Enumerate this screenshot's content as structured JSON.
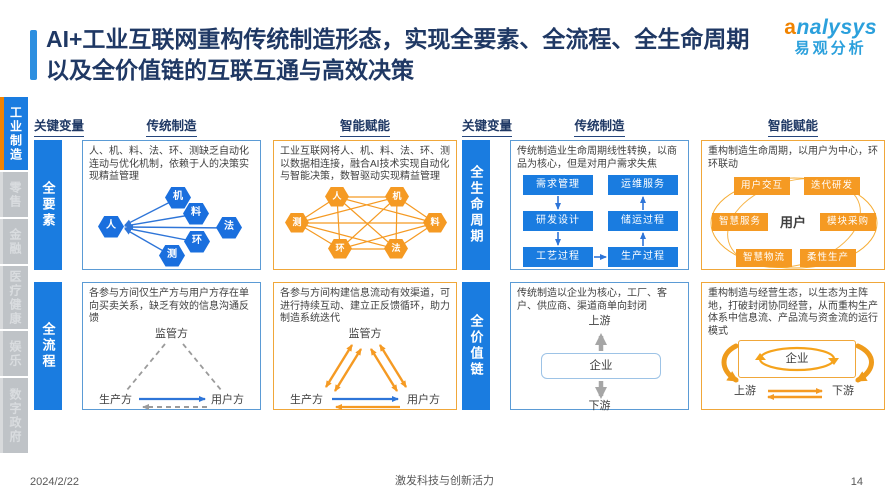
{
  "title": "AI+工业互联网重构传统制造形态，实现全要素、全流程、全生命周期以及全价值链的互联互通与高效决策",
  "logo": {
    "mark": "a",
    "rest": "nalysys",
    "cn": "易观分析"
  },
  "sidebar": {
    "items": [
      {
        "label": "工业制造",
        "active": true
      },
      {
        "label": "零售",
        "active": false
      },
      {
        "label": "金融",
        "active": false
      },
      {
        "label": "医疗健康",
        "active": false
      },
      {
        "label": "娱乐",
        "active": false
      },
      {
        "label": "数字政府",
        "active": false
      }
    ]
  },
  "columns": {
    "key_variable": "关键变量",
    "traditional": "传统制造",
    "smart": "智能赋能"
  },
  "elements_row": {
    "label": "全要素",
    "trad_text": "人、机、料、法、环、测缺乏自动化连动与优化机制，依赖于人的决策实现精益管理",
    "smart_text": "工业互联网将人、机、料、法、环、测以数据相连接，融合AI技术实现自动化与智能决策，数智驱动实现精益管理",
    "nodes": [
      "人",
      "机",
      "料",
      "法",
      "环",
      "测"
    ]
  },
  "process_row": {
    "label": "全流程",
    "trad_text": "各参与方间仅生产方与用户方存在单向买卖关系，缺乏有效的信息沟通反馈",
    "smart_text": "各参与方间构建信息流动有效渠道，可进行持续互动、建立正反馈循环，助力制造系统迭代",
    "parties": {
      "regulator": "监管方",
      "producer": "生产方",
      "user": "用户方"
    }
  },
  "lifecycle_row": {
    "label": "全生命周期",
    "trad_text": "传统制造业生命周期线性转换，以商品为核心，但是对用户需求失焦",
    "smart_text": "重构制造生命周期，以用户为中心，环环联动",
    "stages": [
      "需求管理",
      "研发设计",
      "工艺过程",
      "生产过程",
      "储运过程",
      "运维服务"
    ],
    "ecosystem": {
      "center": "用户",
      "items": [
        "用户交互",
        "迭代研发",
        "智慧服务",
        "模块采购",
        "智慧物流",
        "柔性生产"
      ]
    }
  },
  "valuechain_row": {
    "label": "全价值链",
    "trad_text": "传统制造以企业为核心，工厂、客户、供应商、渠道商单向封闭",
    "smart_text": "重构制造与经营生态，以生态为主阵地，打破封闭协同经营，从而重构生产体系中信息流、产品流与资金流的运行模式",
    "entities": {
      "up": "上游",
      "down": "下游",
      "enterprise": "企业"
    }
  },
  "footer": {
    "date": "2024/2/22",
    "center": "激发科技与创新活力",
    "page": "14"
  },
  "colors": {
    "accent_blue": "#1a7ce0",
    "accent_orange": "#f59a23",
    "title_navy": "#1f3864"
  }
}
